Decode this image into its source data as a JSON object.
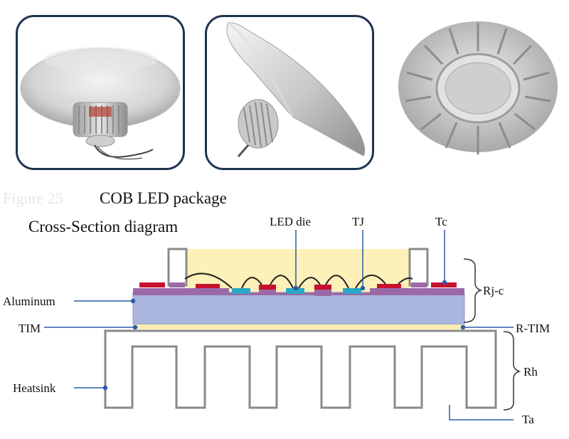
{
  "photos": [
    {
      "name": "high-bay-lamp-front-photo"
    },
    {
      "name": "high-bay-lamp-side-photo"
    },
    {
      "name": "round-heatsink-photo"
    }
  ],
  "heading": {
    "line1": "COB LED package",
    "line2": "Cross-Section diagram",
    "faded_caption": "Figure 25"
  },
  "labels": {
    "led_die": "LED die",
    "tj": "TJ",
    "tc": "Tc",
    "aluminum": "Aluminum",
    "tim": "TIM",
    "heatsink": "Heatsink",
    "rjc": "Rj-c",
    "rtim": "R-TIM",
    "rh": "Rh",
    "ta": "Ta"
  },
  "colors": {
    "card_border": "#1e3350",
    "phosphor_fill": "#fdf0b8",
    "dam_fill": "#ffffff",
    "substrate_fill": "#aab6df",
    "dielectric_purple": "#9b6aa6",
    "pad_red": "#c8102e",
    "led_die_cyan": "#2aa8c8",
    "tim_fill": "#fbeeb0",
    "heatsink_stroke": "#8a8a8a",
    "leader_line": "#2a5ba8",
    "bracket": "#333333"
  }
}
